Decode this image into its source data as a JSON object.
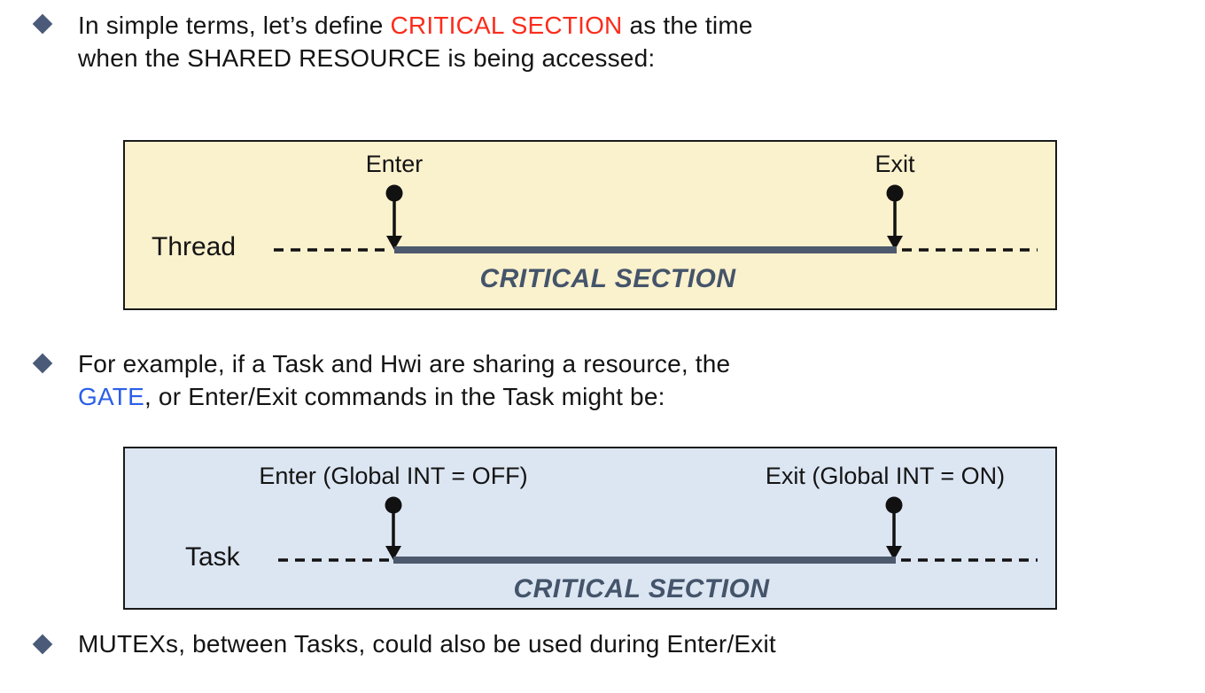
{
  "slide": {
    "bullets": {
      "b1": {
        "glyph": "diamond",
        "line1_pre": "In simple terms, let’s define ",
        "line1_highlight": "CRITICAL SECTION",
        "line1_post": " as the time",
        "line2": "when the SHARED RESOURCE is being accessed:"
      },
      "b2": {
        "glyph": "diamond",
        "line1": "For example, if a Task and Hwi are sharing a resource, the",
        "line2_highlight": "GATE",
        "line2_post": ", or Enter/Exit commands in the Task might be:"
      },
      "b3": {
        "glyph": "diamond",
        "line1": "MUTEXs, between Tasks, could also be used during Enter/Exit"
      }
    },
    "diagram_thread": {
      "row_label": "Thread",
      "enter_label": "Enter",
      "exit_label": "Exit",
      "section_label": "CRITICAL SECTION",
      "background": "#FAF1CD"
    },
    "diagram_task": {
      "row_label": "Task",
      "enter_label": "Enter (Global INT = OFF)",
      "exit_label": "Exit (Global INT = ON)",
      "section_label": "CRITICAL SECTION",
      "background": "#DCE6F2"
    },
    "colors": {
      "highlight_red": "#FB2C1C",
      "highlight_blue": "#2B5FE8",
      "slate_text": "#44546A",
      "timeline_bar": "#4D5A6D",
      "bullet_diamond": "#4A5A78",
      "box_border": "#1A1A1A"
    }
  }
}
